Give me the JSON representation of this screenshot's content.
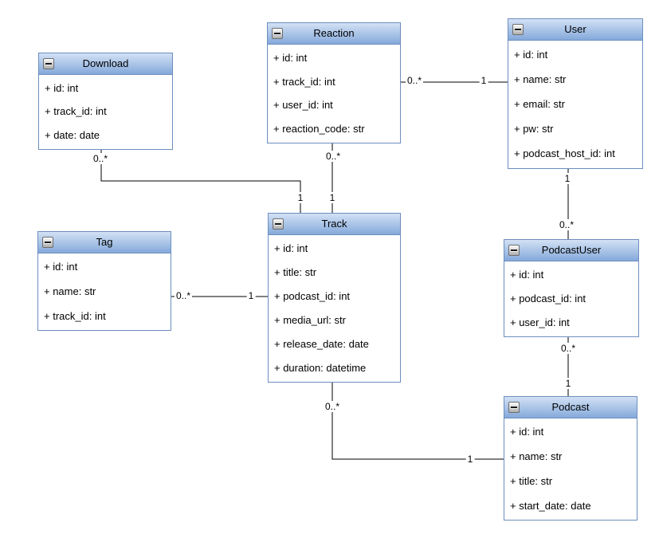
{
  "diagram": {
    "type": "uml-class-diagram",
    "background": "#ffffff",
    "colors": {
      "header_gradient_top": "#d3e1f5",
      "header_gradient_bottom": "#84a9db",
      "shape_border": "#6c8ebf",
      "edge_line": "#000000",
      "text": "#000000"
    },
    "collapse_icon_glyph": "minus-icon"
  },
  "entities": [
    {
      "title": "Download",
      "attributes": [
        "+ id: int",
        "+ track_id: int",
        "+ date: date"
      ]
    },
    {
      "title": "Reaction",
      "attributes": [
        "+ id: int",
        "+ track_id: int",
        "+ user_id: int",
        "+ reaction_code: str"
      ]
    },
    {
      "title": "User",
      "attributes": [
        "+ id: int",
        "+ name: str",
        "+ email: str",
        "+ pw: str",
        "+ podcast_host_id: int"
      ]
    },
    {
      "title": "Tag",
      "attributes": [
        "+ id: int",
        "+ name: str",
        "+ track_id: int"
      ]
    },
    {
      "title": "Track",
      "attributes": [
        "+ id: int",
        "+ title: str",
        "+ podcast_id: int",
        "+ media_url: str",
        "+ release_date: date",
        "+ duration: datetime"
      ]
    },
    {
      "title": "PodcastUser",
      "attributes": [
        "+ id: int",
        "+ podcast_id: int",
        "+ user_id: int"
      ]
    },
    {
      "title": "Podcast",
      "attributes": [
        "+ id: int",
        "+ name: str",
        "+ title: str",
        "+ start_date: date"
      ]
    }
  ],
  "connections": [
    {
      "source": "Download",
      "target": "Track",
      "source_label": "0..*",
      "target_label": "1"
    },
    {
      "source": "Reaction",
      "target": "Track",
      "source_label": "0..*",
      "target_label": "1"
    },
    {
      "source": "Reaction",
      "target": "User",
      "source_label": "0..*",
      "target_label": "1"
    },
    {
      "source": "Tag",
      "target": "Track",
      "source_label": "0..*",
      "target_label": "1"
    },
    {
      "source": "User",
      "target": "PodcastUser",
      "source_label": "1",
      "target_label": "0..*"
    },
    {
      "source": "PodcastUser",
      "target": "Podcast",
      "source_label": "0..*",
      "target_label": "1"
    },
    {
      "source": "Track",
      "target": "Podcast",
      "source_label": "0..*",
      "target_label": "1"
    }
  ]
}
